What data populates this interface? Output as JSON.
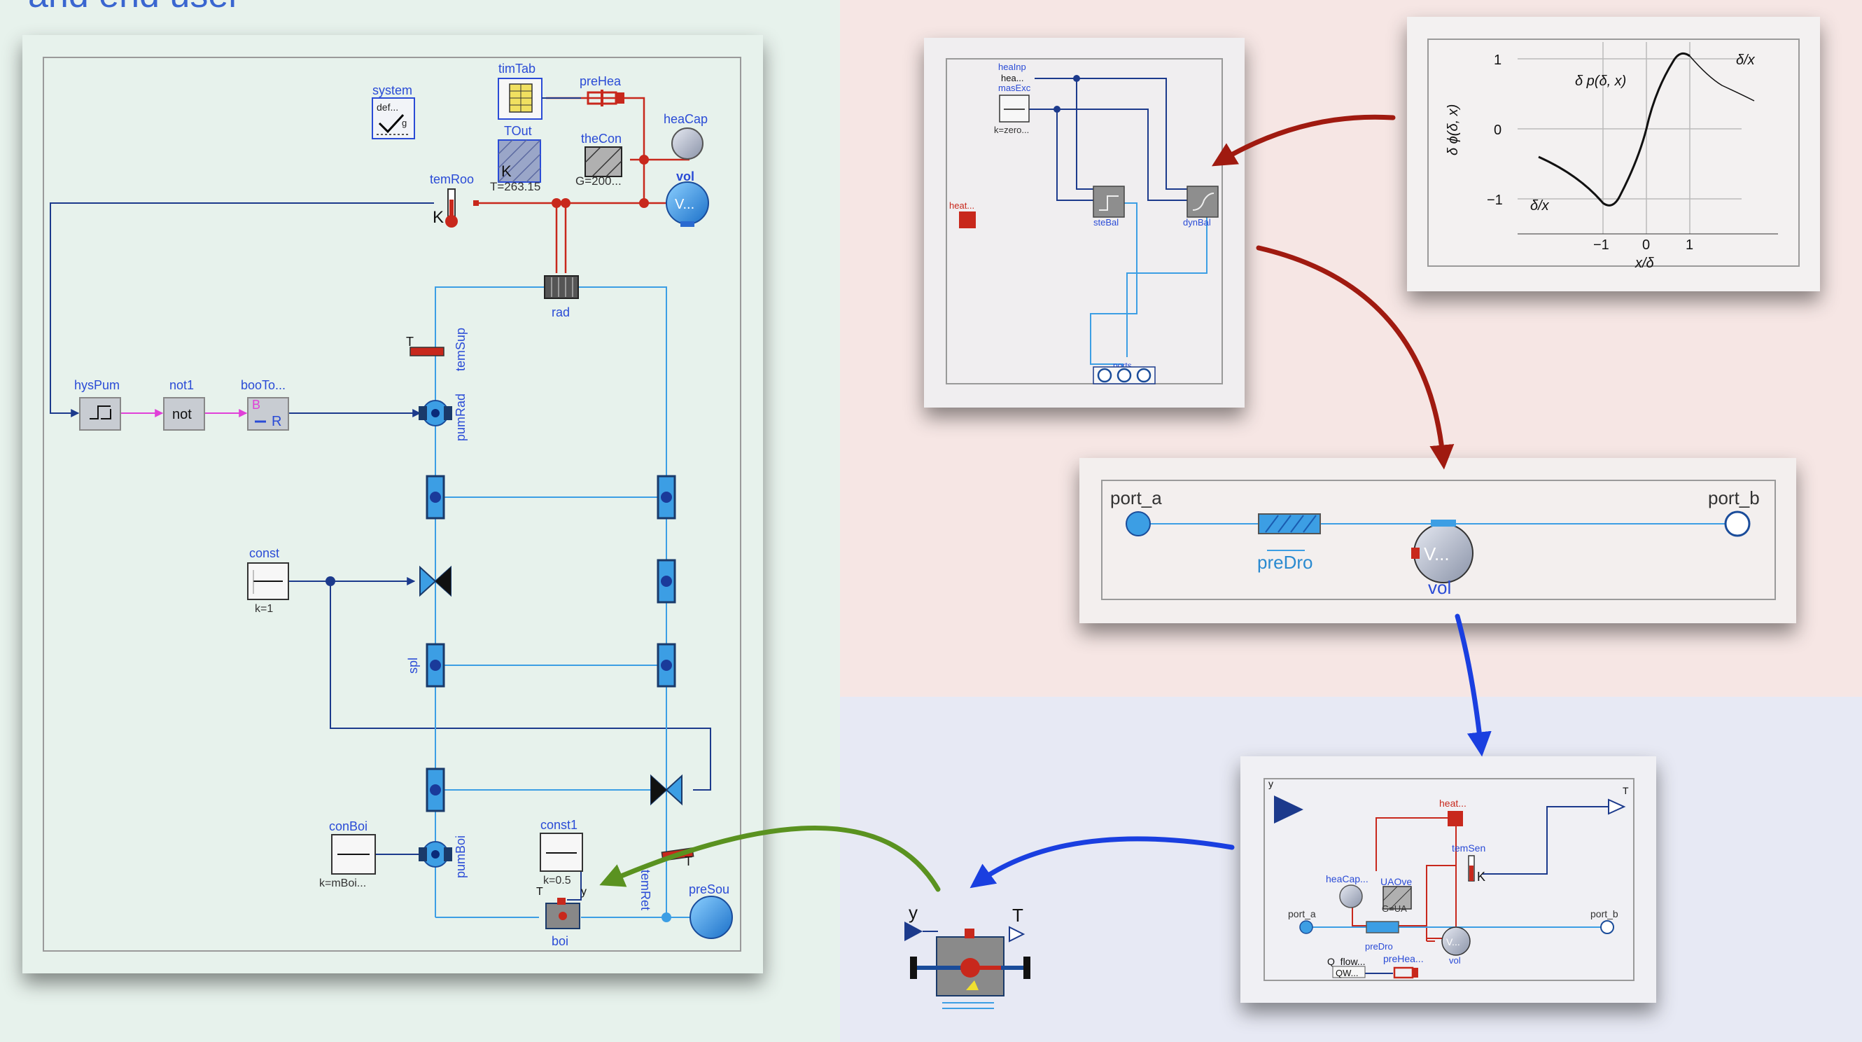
{
  "header": {
    "partial_title": "and end user"
  },
  "system_model": {
    "components": {
      "system": "system",
      "system_icon": "def...",
      "system_g": "g",
      "timTab": "timTab",
      "preHea": "preHea",
      "heaCap": "heaCap",
      "TOut": "TOut",
      "TOut_value": "T=263.15",
      "TOut_k": "K",
      "theCon": "theCon",
      "theCon_value": "G=200...",
      "vol": "vol",
      "vol_icon": "V...",
      "temRoo": "temRoo",
      "temRoo_k": "K",
      "rad": "rad",
      "temSup": "temSup",
      "temSup_t": "T",
      "pumRad": "pumRad",
      "hysPum": "hysPum",
      "not1": "not1",
      "not1_icon": "not",
      "booTo": "booTo...",
      "booTo_b": "B",
      "booTo_r": "R",
      "const": "const",
      "const_value": "k=1",
      "spl": "spl",
      "conBoi": "conBoi",
      "conBoi_value": "k=mBoi...",
      "pumBoi": "pumBoi",
      "const1": "const1",
      "const1_value": "k=0.5",
      "temRet": "temRet",
      "temRet_t": "T",
      "boi": "boi",
      "boi_t": "T",
      "boi_y": "y",
      "preSou": "preSou"
    }
  },
  "boiler_top": {
    "heaInp": "heaInp",
    "hea": "hea...",
    "masExc": "masExc",
    "masExc_value": "k=zero...",
    "heat": "heat...",
    "steBal": "steBal",
    "dynBal": "dynBal",
    "ports": "ports"
  },
  "plot": {
    "y_ticks": [
      "1",
      "0",
      "−1"
    ],
    "x_ticks": [
      "−1",
      "0",
      "1"
    ],
    "ylabel": "δ ϕ(δ, x)",
    "xlabel": "x/δ",
    "label_upper_right": "δ/x",
    "label_lower_left": "δ/x",
    "label_curve": "δ p(δ, x)"
  },
  "volume_model": {
    "port_a": "port_a",
    "port_b": "port_b",
    "preDro": "preDro",
    "vol": "vol",
    "vol_icon": "V..."
  },
  "boiler_detail": {
    "y": "y",
    "T": "T",
    "heat": "heat...",
    "temSen": "temSen",
    "temSen_k": "K",
    "heaCap": "heaCap...",
    "UAOve": "UAOve",
    "UAOve_value": "G=UA",
    "port_a": "port_a",
    "port_b": "port_b",
    "preDro": "preDro",
    "vol": "vol",
    "vol_icon": "V...",
    "Q_flow": "Q_flow...",
    "QW": "QW...",
    "preHea": "preHea..."
  },
  "boiler_icon": {
    "y": "y",
    "T": "T"
  },
  "colors": {
    "green_bg": "#e7f2ec",
    "pink_bg": "#f6e6e4",
    "lavender_bg": "#e7e9f4",
    "wire_dark": "#1c3a8c",
    "wire_light": "#3c9ee4",
    "heat_red": "#c8281c",
    "arrow_red": "#a01a10",
    "arrow_blue": "#1a3fe0",
    "arrow_green": "#5a9220"
  }
}
